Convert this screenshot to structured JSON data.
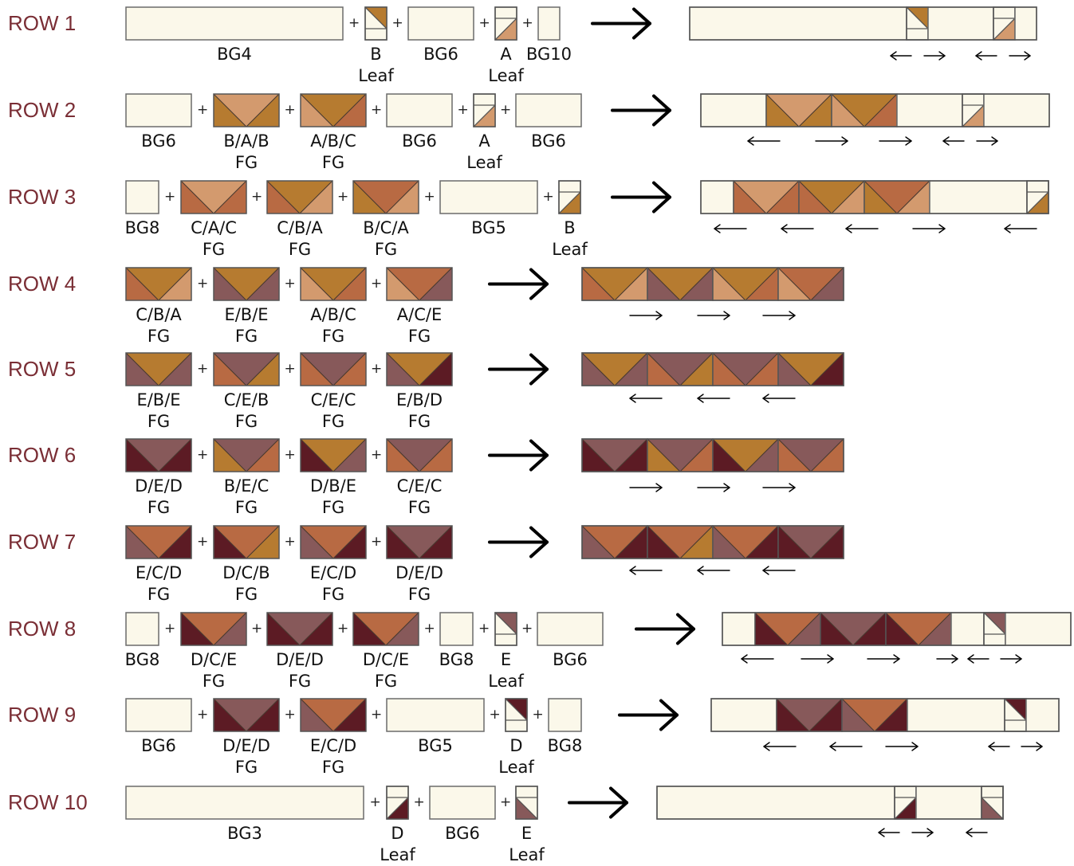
{
  "colors": {
    "background_fabric": "#fbf8ea",
    "A": "#d39a6e",
    "B": "#b67b30",
    "C": "#b86a43",
    "D": "#5c1b24",
    "E": "#87595a",
    "row_label": "#7a2e35"
  },
  "rows": [
    {
      "label": "ROW 1",
      "pieces": [
        {
          "kind": "bg",
          "name": [
            "BG4"
          ]
        },
        {
          "kind": "leaf",
          "fill": "B",
          "orient": "tl",
          "name": [
            "B",
            "Leaf"
          ]
        },
        {
          "kind": "bg",
          "name": [
            "BG6"
          ]
        },
        {
          "kind": "leaf",
          "fill": "A",
          "orient": "br",
          "name": [
            "A",
            "Leaf"
          ]
        },
        {
          "kind": "bg",
          "name": [
            "BG10"
          ]
        }
      ],
      "press_arrows": [
        "left",
        "right",
        "left",
        "right"
      ]
    },
    {
      "label": "ROW 2",
      "pieces": [
        {
          "kind": "bg",
          "name": [
            "BG6"
          ]
        },
        {
          "kind": "fg",
          "colors": [
            "B",
            "A",
            "B"
          ],
          "name": [
            "B/A/B",
            "FG"
          ]
        },
        {
          "kind": "fg",
          "colors": [
            "A",
            "B",
            "C"
          ],
          "name": [
            "A/B/C",
            "FG"
          ]
        },
        {
          "kind": "bg",
          "name": [
            "BG6"
          ]
        },
        {
          "kind": "leaf",
          "fill": "A",
          "orient": "br",
          "name": [
            "A",
            "Leaf"
          ]
        },
        {
          "kind": "bg",
          "name": [
            "BG6"
          ]
        }
      ],
      "press_arrows": [
        "left",
        "right",
        "right",
        "left",
        "right"
      ]
    },
    {
      "label": "ROW 3",
      "pieces": [
        {
          "kind": "bg",
          "name": [
            "BG8"
          ]
        },
        {
          "kind": "fg",
          "colors": [
            "C",
            "A",
            "C"
          ],
          "name": [
            "C/A/C",
            "FG"
          ]
        },
        {
          "kind": "fg",
          "colors": [
            "C",
            "B",
            "A"
          ],
          "name": [
            "C/B/A",
            "FG"
          ]
        },
        {
          "kind": "fg",
          "colors": [
            "B",
            "C",
            "A"
          ],
          "name": [
            "B/C/A",
            "FG"
          ]
        },
        {
          "kind": "bg",
          "name": [
            "BG5"
          ]
        },
        {
          "kind": "leaf",
          "fill": "B",
          "orient": "br",
          "name": [
            "B",
            "Leaf"
          ]
        }
      ],
      "press_arrows": [
        "left",
        "left",
        "left",
        "right",
        "left"
      ]
    },
    {
      "label": "ROW 4",
      "pieces": [
        {
          "kind": "fg",
          "colors": [
            "C",
            "B",
            "A"
          ],
          "name": [
            "C/B/A",
            "FG"
          ]
        },
        {
          "kind": "fg",
          "colors": [
            "E",
            "B",
            "E"
          ],
          "name": [
            "E/B/E",
            "FG"
          ]
        },
        {
          "kind": "fg",
          "colors": [
            "A",
            "B",
            "C"
          ],
          "name": [
            "A/B/C",
            "FG"
          ]
        },
        {
          "kind": "fg",
          "colors": [
            "A",
            "C",
            "E"
          ],
          "name": [
            "A/C/E",
            "FG"
          ]
        }
      ],
      "press_arrows": [
        "right",
        "right",
        "right"
      ]
    },
    {
      "label": "ROW 5",
      "pieces": [
        {
          "kind": "fg",
          "colors": [
            "E",
            "B",
            "E"
          ],
          "name": [
            "E/B/E",
            "FG"
          ]
        },
        {
          "kind": "fg",
          "colors": [
            "C",
            "E",
            "B"
          ],
          "name": [
            "C/E/B",
            "FG"
          ]
        },
        {
          "kind": "fg",
          "colors": [
            "C",
            "E",
            "C"
          ],
          "name": [
            "C/E/C",
            "FG"
          ]
        },
        {
          "kind": "fg",
          "colors": [
            "E",
            "B",
            "D"
          ],
          "name": [
            "E/B/D",
            "FG"
          ]
        }
      ],
      "press_arrows": [
        "left",
        "left",
        "left"
      ]
    },
    {
      "label": "ROW 6",
      "pieces": [
        {
          "kind": "fg",
          "colors": [
            "D",
            "E",
            "D"
          ],
          "name": [
            "D/E/D",
            "FG"
          ]
        },
        {
          "kind": "fg",
          "colors": [
            "B",
            "E",
            "C"
          ],
          "name": [
            "B/E/C",
            "FG"
          ]
        },
        {
          "kind": "fg",
          "colors": [
            "D",
            "B",
            "E"
          ],
          "name": [
            "D/B/E",
            "FG"
          ]
        },
        {
          "kind": "fg",
          "colors": [
            "C",
            "E",
            "C"
          ],
          "name": [
            "C/E/C",
            "FG"
          ]
        }
      ],
      "press_arrows": [
        "right",
        "right",
        "right"
      ]
    },
    {
      "label": "ROW 7",
      "pieces": [
        {
          "kind": "fg",
          "colors": [
            "E",
            "C",
            "D"
          ],
          "name": [
            "E/C/D",
            "FG"
          ]
        },
        {
          "kind": "fg",
          "colors": [
            "D",
            "C",
            "B"
          ],
          "name": [
            "D/C/B",
            "FG"
          ]
        },
        {
          "kind": "fg",
          "colors": [
            "E",
            "C",
            "D"
          ],
          "name": [
            "E/C/D",
            "FG"
          ]
        },
        {
          "kind": "fg",
          "colors": [
            "D",
            "E",
            "D"
          ],
          "name": [
            "D/E/D",
            "FG"
          ]
        }
      ],
      "press_arrows": [
        "left",
        "left",
        "left"
      ]
    },
    {
      "label": "ROW 8",
      "pieces": [
        {
          "kind": "bg",
          "name": [
            "BG8"
          ]
        },
        {
          "kind": "fg",
          "colors": [
            "D",
            "C",
            "E"
          ],
          "name": [
            "D/C/E",
            "FG"
          ]
        },
        {
          "kind": "fg",
          "colors": [
            "D",
            "E",
            "D"
          ],
          "name": [
            "D/E/D",
            "FG"
          ]
        },
        {
          "kind": "fg",
          "colors": [
            "D",
            "C",
            "E"
          ],
          "name": [
            "D/C/E",
            "FG"
          ]
        },
        {
          "kind": "bg",
          "name": [
            "BG8"
          ]
        },
        {
          "kind": "leaf",
          "fill": "E",
          "orient": "tr",
          "name": [
            "E",
            "Leaf"
          ]
        },
        {
          "kind": "bg",
          "name": [
            "BG6"
          ]
        }
      ],
      "press_arrows": [
        "left",
        "right",
        "right",
        "right",
        "left",
        "right"
      ]
    },
    {
      "label": "ROW 9",
      "pieces": [
        {
          "kind": "bg",
          "name": [
            "BG6"
          ]
        },
        {
          "kind": "fg",
          "colors": [
            "D",
            "E",
            "D"
          ],
          "name": [
            "D/E/D",
            "FG"
          ]
        },
        {
          "kind": "fg",
          "colors": [
            "E",
            "C",
            "D"
          ],
          "name": [
            "E/C/D",
            "FG"
          ]
        },
        {
          "kind": "bg",
          "name": [
            "BG5"
          ]
        },
        {
          "kind": "leaf",
          "fill": "D",
          "orient": "tr",
          "name": [
            "D",
            "Leaf"
          ]
        },
        {
          "kind": "bg",
          "name": [
            "BG8"
          ]
        }
      ],
      "press_arrows": [
        "left",
        "left",
        "right",
        "left",
        "right"
      ]
    },
    {
      "label": "ROW 10",
      "pieces": [
        {
          "kind": "bg",
          "name": [
            "BG3"
          ]
        },
        {
          "kind": "leaf",
          "fill": "D",
          "orient": "br",
          "name": [
            "D",
            "Leaf"
          ]
        },
        {
          "kind": "bg",
          "name": [
            "BG6"
          ]
        },
        {
          "kind": "leaf",
          "fill": "E",
          "orient": "bl",
          "name": [
            "E",
            "Leaf"
          ]
        }
      ],
      "press_arrows": [
        "left",
        "right",
        "left"
      ]
    }
  ]
}
